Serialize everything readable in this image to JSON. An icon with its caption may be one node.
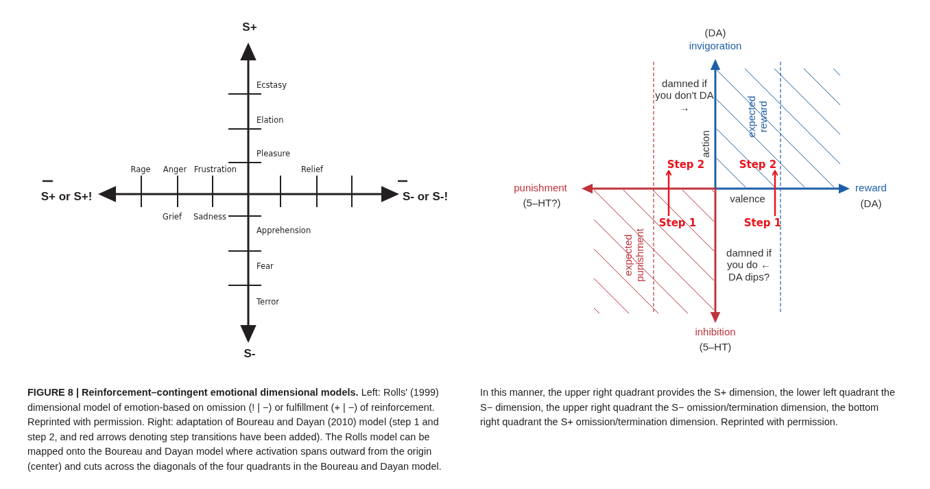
{
  "diagram": {
    "caption": "**FIGURE 8 | Reinforcement–contingent emotional dimensional models.** Left: Rolls' (1999) dimensional model of emotion-based on omission (! | −) or fulfillment (+ | −) of reinforcement. Reprinted with permission. Right: adaptation of Boureau and Dayan (2010) model (step 1 and step 2, and red arrows denoting step transitions have been added). The Rolls model can be mapped onto the Boureau and Dayan model where activation spans outward from the origin (center) and cuts across the diagonals of the four quadrants in the Boureau and Dayan model. In this manner, the upper right quadrant provides the S+ dimension, the lower left quadrant the S− dimension, the upper right quadrant the S− omission/termination dimension, the bottom right quadrant the S+ omission/termination dimension. Reprinted with permission.",
    "nodes": [
      {
        "text": [
          "Step 2"
        ]
      },
      {
        "text": [
          "Step 2"
        ]
      },
      {
        "text": [
          "Step 1"
        ]
      },
      {
        "text": [
          "Step 1"
        ]
      }
    ],
    "edges": [
      {
        "from": 2,
        "to": 0,
        "arrow": "to"
      },
      {
        "from": 3,
        "to": 1,
        "arrow": "to"
      }
    ],
    "labels": [
      "S+",
      "Ecstasy",
      "Elation",
      "Pleasure",
      "Rage",
      "Anger",
      "Frustration",
      "Relief",
      "S+ or S+!",
      "S- or S-!",
      "Grief",
      "Sadness",
      "Apprehension",
      "Fear",
      "Terror",
      "S-",
      "(DA)",
      "invigoration",
      "damned if you don't DA →",
      "expected reward",
      "action",
      "punishment",
      "(5–HT?)",
      "reward",
      "(DA)",
      "valence",
      "expected punishment",
      "damned if you do ← DA dips?",
      "inhibition",
      "(5–HT)"
    ]
  }
}
